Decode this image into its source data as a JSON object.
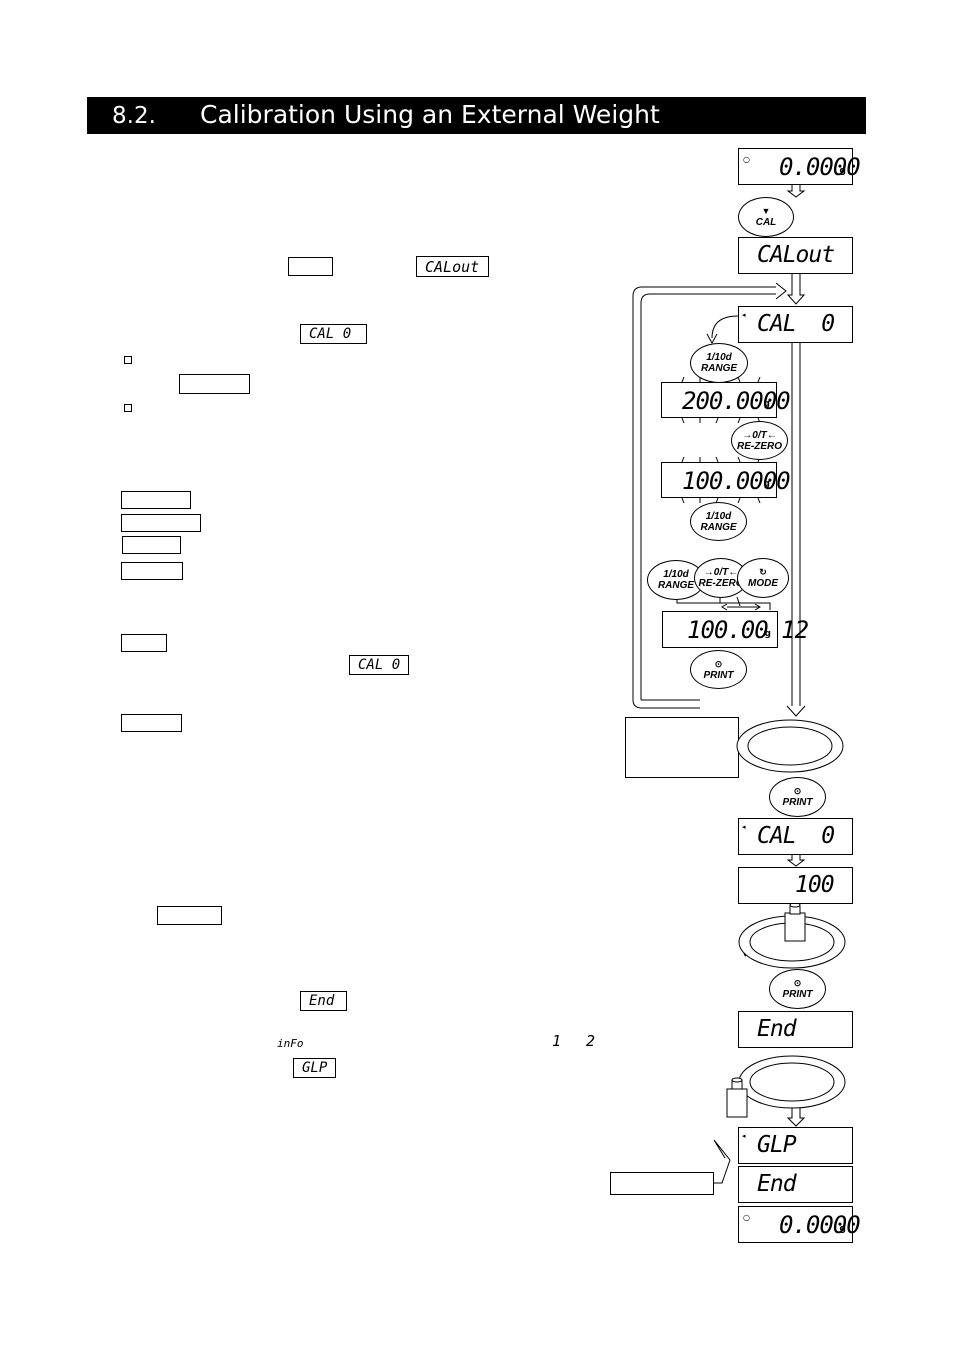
{
  "header": {
    "section_number": "8.2.",
    "title": "Calibration Using an External Weight"
  },
  "inline_displays": {
    "calout": "CALout",
    "cal0_a": "CAL  0",
    "cal0_b": "CAL  0",
    "end": "End",
    "info": "inFo",
    "one": "1",
    "two": "2",
    "glp": "GLP"
  },
  "displays": {
    "d1": "0.0000",
    "d2": "CALout",
    "d3": "CAL  0",
    "d4": "200.0000",
    "d5": "100.0000",
    "d6": "100.00 12",
    "d7": "CAL  0",
    "d8": "100",
    "d9": "End",
    "d10": "GLP",
    "d11": "End",
    "d12": "0.0000",
    "unit": "g"
  },
  "buttons": {
    "cal": "CAL",
    "range_label_top": "1/10d",
    "range_label": "RANGE",
    "rezero_top": "→0/T←",
    "rezero_label": "RE-ZERO",
    "mode_label": "MODE",
    "print_label": "PRINT"
  },
  "icons": [
    "down-triangle-icon",
    "print-icon",
    "mode-cycle-icon",
    "weight-icon",
    "pan-icon",
    "arrow-icon"
  ]
}
